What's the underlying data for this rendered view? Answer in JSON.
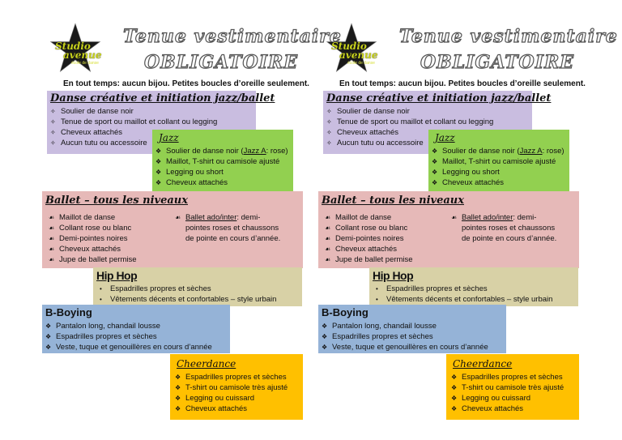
{
  "colors": {
    "danse": "#c9bde0",
    "jazz": "#92d050",
    "ballet": "#e6b9b8",
    "hiphop": "#d8d1a6",
    "bboying": "#95b3d7",
    "cheerdance": "#ffc000",
    "logo_text": "#c8d21e"
  },
  "logo": {
    "brand": "Studio avenue",
    "brand_line1": "Studio",
    "brand_line2": "avenue",
    "sub": "école de danse",
    "icon": "star-icon"
  },
  "header": {
    "title_line1": "Tenue vestimentaire",
    "title_line2": "OBLIGATOIRE",
    "rule": "En tout temps: aucun bijou. Petites boucles d’oreille seulement."
  },
  "danse": {
    "title": "Danse créative et initiation jazz/ballet",
    "items": [
      "Soulier de danse noir",
      "Tenue de sport ou maillot et collant ou legging",
      "Cheveux attachés",
      "Aucun tutu ou accessoire"
    ]
  },
  "jazz": {
    "title": "Jazz",
    "item0_pre": "Soulier de danse noir (",
    "item0_link": "Jazz A",
    "item0_post": ": rose)",
    "items": [
      "Maillot, T-shirt ou camisole ajusté",
      "Legging ou short",
      "Cheveux attachés"
    ]
  },
  "ballet": {
    "title": "Ballet – tous les niveaux",
    "items": [
      "Maillot de danse",
      "Collant rose ou blanc",
      "Demi-pointes noires",
      "Cheveux attachés",
      "Jupe de ballet permise"
    ],
    "ado_label": "Ballet ado/inter",
    "ado_line1": ": demi-",
    "ado_line2": "pointes roses et chaussons",
    "ado_line3": "de pointe en cours d’année."
  },
  "hiphop": {
    "title": "Hip Hop",
    "items": [
      "Espadrilles propres et sèches",
      "Vêtements décents et confortables – style urbain"
    ]
  },
  "bboying": {
    "title": "B-Boying",
    "items": [
      "Pantalon long, chandail lousse",
      "Espadrilles propres et sèches",
      "Veste, tuque et genouillères en cours d’année"
    ]
  },
  "cheerdance": {
    "title": "Cheerdance",
    "items": [
      "Espadrilles propres et sèches",
      "T-shirt ou camisole très ajusté",
      "Legging ou cuissard",
      "Cheveux attachés"
    ]
  }
}
